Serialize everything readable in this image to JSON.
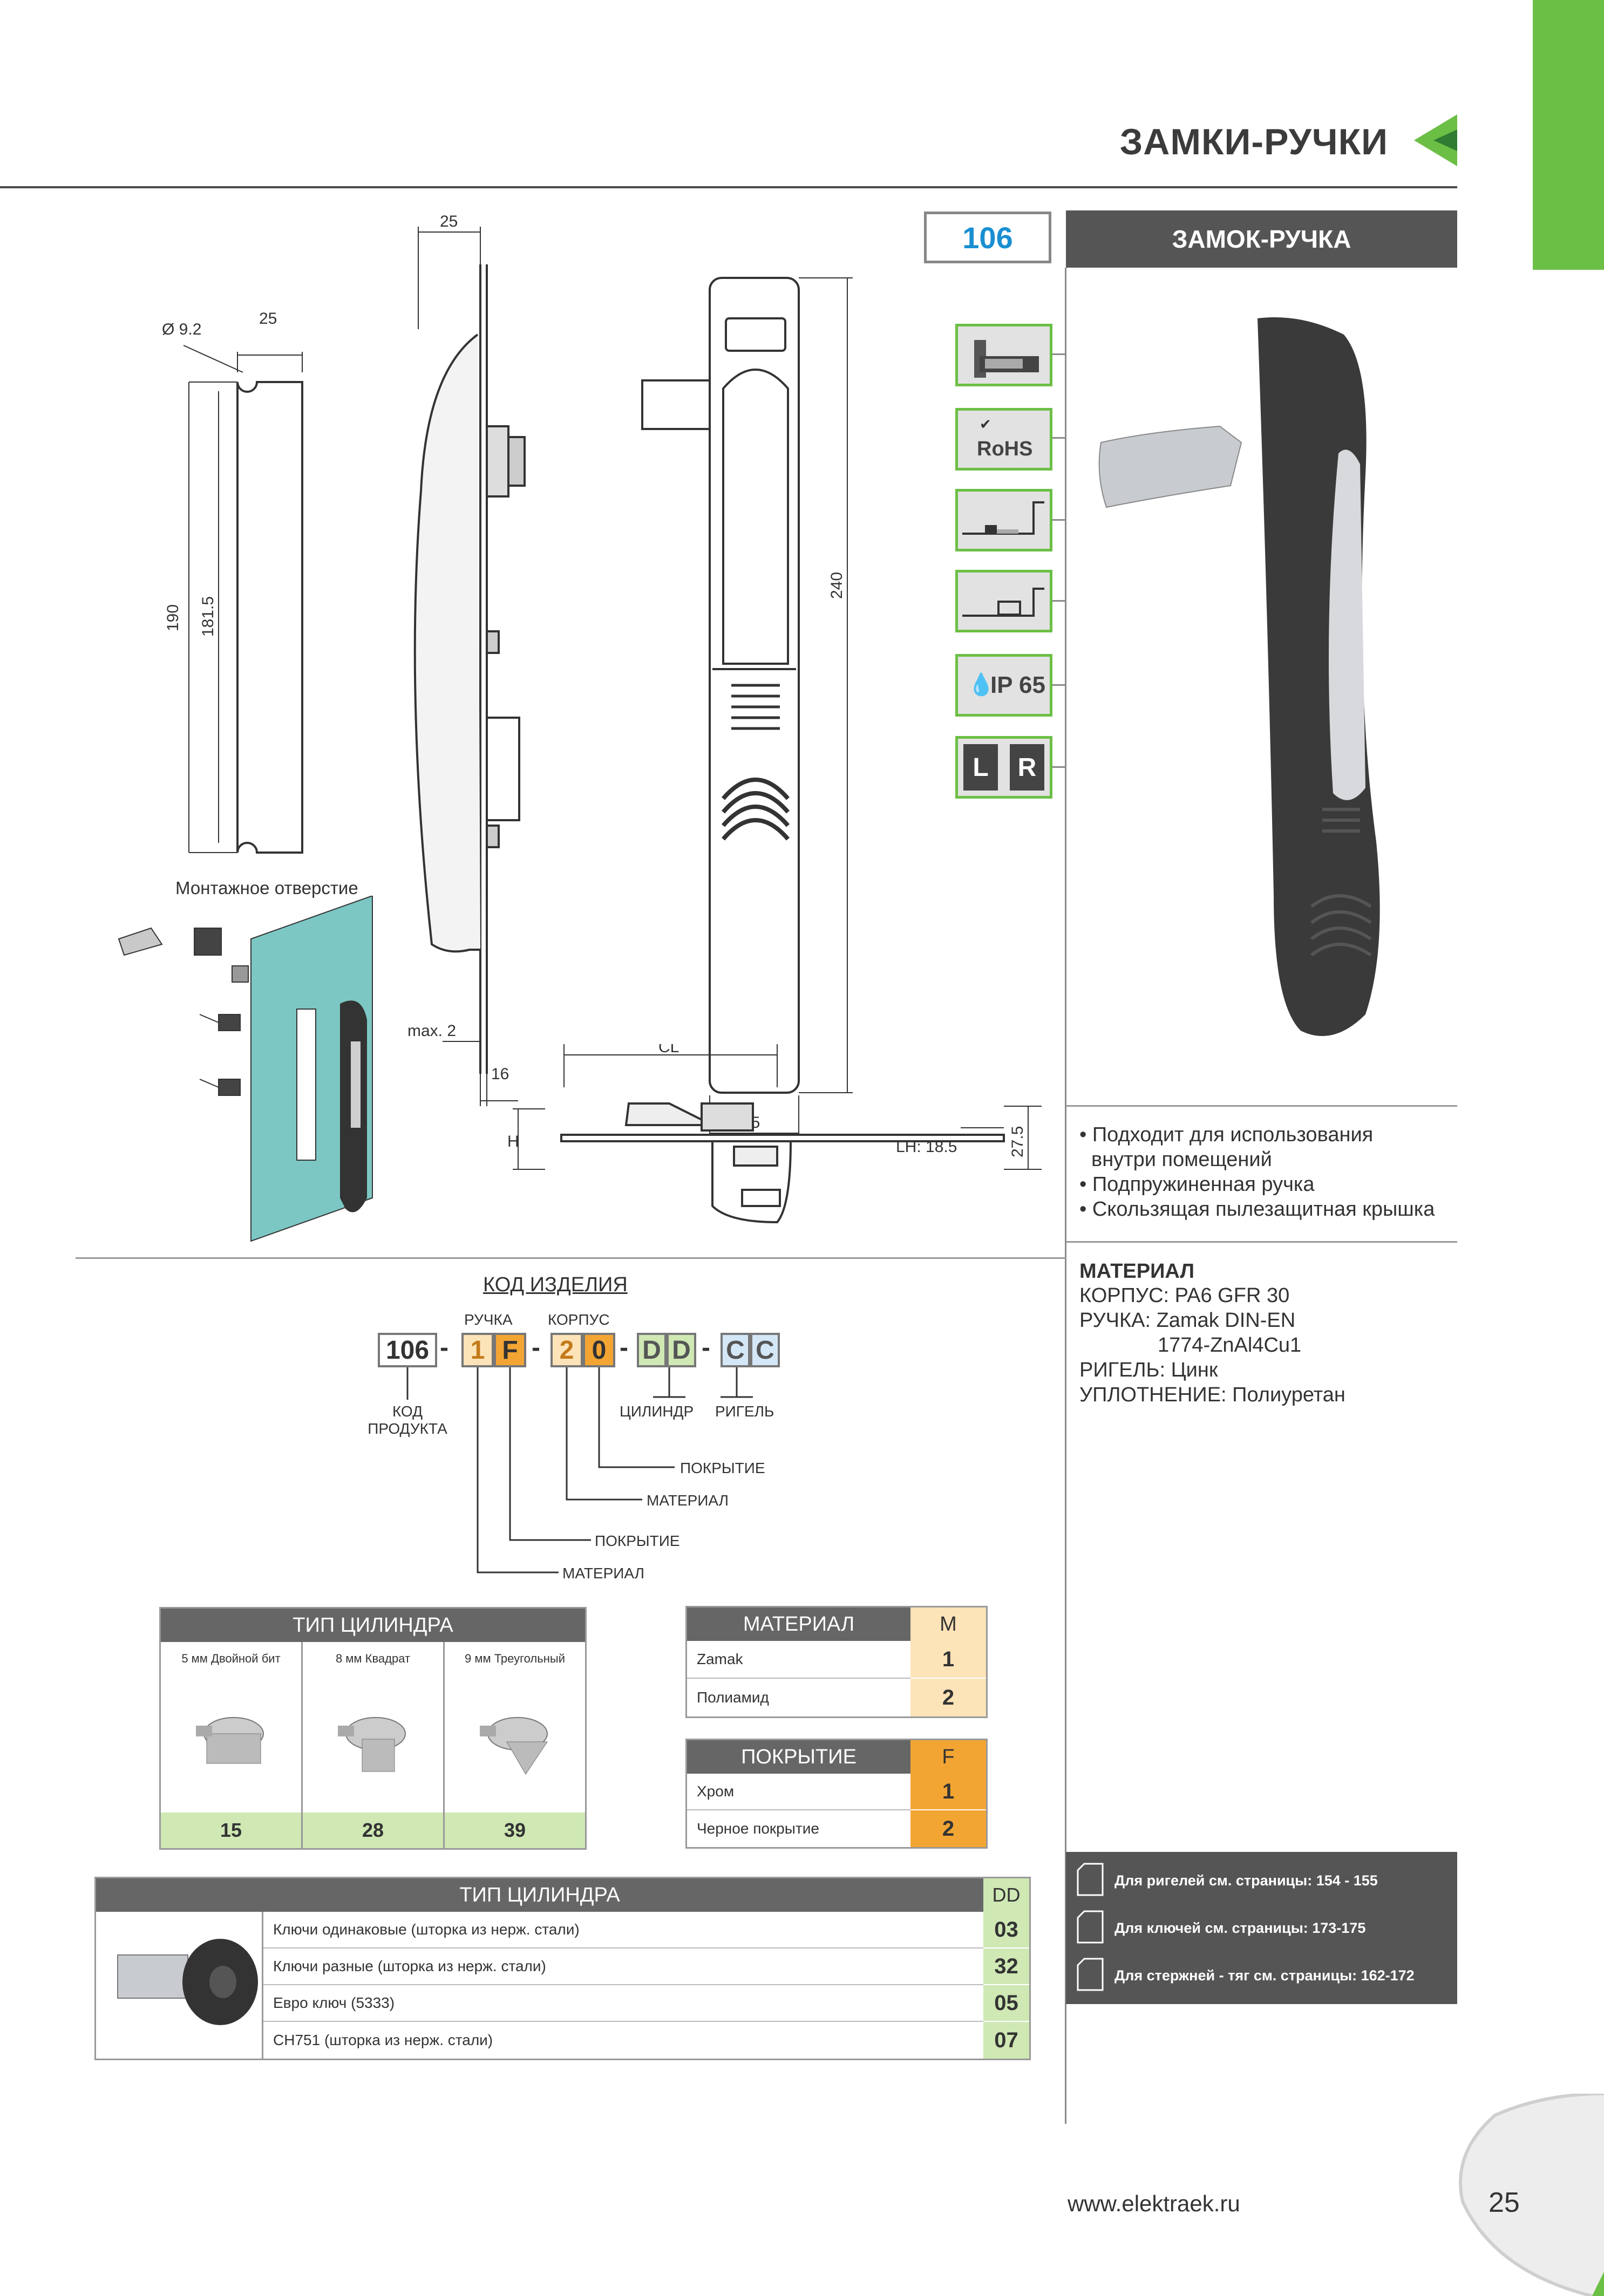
{
  "header": {
    "title": "ЗАМКИ-РУЧКИ"
  },
  "product": {
    "code": "106",
    "name": "ЗАМОК-РУЧКА"
  },
  "drawing": {
    "dim_diameter": "Ø 9.2",
    "dim_25a": "25",
    "dim_25b": "25",
    "dim_190": "190",
    "dim_181_5": "181.5",
    "dim_240": "240",
    "dim_35": "35",
    "dim_max2": "max. 2",
    "dim_16": "16",
    "dim_cl": "CL",
    "dim_h": "H",
    "dim_lh": "LH: 18.5",
    "dim_27_5": "27.5",
    "mount_hole_label": "Монтажное отверстие"
  },
  "badges": [
    "rohs-icon",
    "ip65-icon",
    "lr-icon"
  ],
  "badge_text": {
    "rohs": "RoHS",
    "ip": "IP 65",
    "l": "L",
    "r": "R"
  },
  "features": [
    "• Подходит для использования",
    "внутри помещений",
    "• Подпружиненная ручка",
    "• Скользящая пылезащитная крышка"
  ],
  "material": {
    "title": "МАТЕРИАЛ",
    "lines": [
      "КОРПУС: PA6 GFR 30",
      "РУЧКА: Zamak DIN-EN",
      "1774-ZnAl4Cu1",
      "РИГЕЛЬ: Цинк",
      "УПЛОТНЕНИЕ: Полиуретан"
    ]
  },
  "code_section": {
    "title": "КОД ИЗДЕЛИЯ",
    "base": "106",
    "seg_handle_label": "РУЧКА",
    "seg_body_label": "КОРПУС",
    "handle": [
      "1",
      "F"
    ],
    "body": [
      "2",
      "0"
    ],
    "cyl": [
      "D",
      "D"
    ],
    "bolt": [
      "C",
      "C"
    ],
    "dash": "-",
    "lbl_code": "КОД",
    "lbl_product": "ПРОДУКТА",
    "lbl_cyl": "ЦИЛИНДР",
    "lbl_bolt": "РИГЕЛЬ",
    "legend": [
      "ПОКРЫТИЕ",
      "МАТЕРИАЛ",
      "ПОКРЫТИЕ",
      "МАТЕРИАЛ"
    ]
  },
  "cyl_type_table": {
    "title": "ТИП ЦИЛИНДРА",
    "cols": [
      {
        "label": "5 мм Двойной бит",
        "code": "15"
      },
      {
        "label": "8 мм Квадрат",
        "code": "28"
      },
      {
        "label": "9 мм Треугольный",
        "code": "39"
      }
    ]
  },
  "material_table": {
    "title": "МАТЕРИАЛ",
    "key": "M",
    "rows": [
      {
        "label": "Zamak",
        "val": "1"
      },
      {
        "label": "Полиамид",
        "val": "2"
      }
    ]
  },
  "coating_table": {
    "title": "ПОКРЫТИЕ",
    "key": "F",
    "rows": [
      {
        "label": "Хром",
        "val": "1"
      },
      {
        "label": "Черное покрытие",
        "val": "2"
      }
    ]
  },
  "key_table": {
    "title": "ТИП ЦИЛИНДРА",
    "key": "DD",
    "rows": [
      {
        "label": "Ключи одинаковые (шторка из нерж. стали)",
        "val": "03"
      },
      {
        "label": "Ключи разные (шторка из нерж. стали)",
        "val": "32"
      },
      {
        "label": "Евро ключ (5333)",
        "val": "05"
      },
      {
        "label": "CH751 (шторка из нерж. стали)",
        "val": "07"
      }
    ]
  },
  "refs": [
    "Для ригелей см. страницы: 154 - 155",
    "Для ключей см. страницы: 173-175",
    "Для стержней - тяг см. страницы: 162-172"
  ],
  "footer": {
    "url": "www.elektraek.ru",
    "page": "25"
  },
  "colors": {
    "green": "#6cbf45",
    "orange": "#f3a533",
    "light_orange": "#fde3b8",
    "light_green": "#cfe8b4",
    "light_blue": "#d4e7f7",
    "header_gray": "#555555"
  }
}
